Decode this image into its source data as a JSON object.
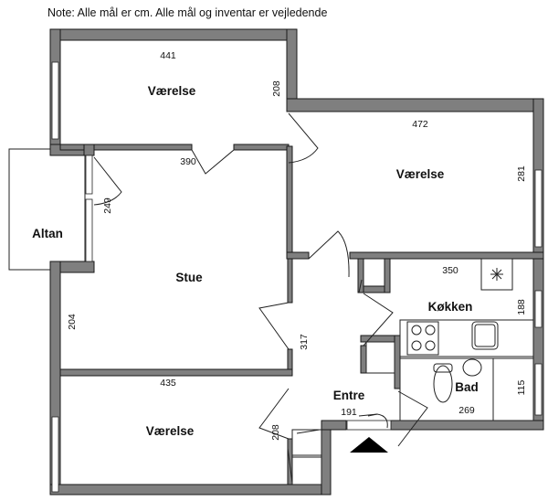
{
  "note": "Note: Alle mål er cm. Alle mål og inventar er vejledende",
  "rooms": {
    "vaerelse_top_left": {
      "label": "Værelse",
      "width": "441",
      "height": "208"
    },
    "vaerelse_top_right": {
      "label": "Værelse",
      "width": "472",
      "height": "281"
    },
    "stue": {
      "label": "Stue",
      "width": "390",
      "height": "204"
    },
    "altan": {
      "label": "Altan",
      "height": "249"
    },
    "koekken": {
      "label": "Køkken",
      "width": "350",
      "height": "188"
    },
    "entre": {
      "label": "Entre",
      "width": "191",
      "height": "317"
    },
    "bad": {
      "label": "Bad",
      "width": "269",
      "height": "115"
    },
    "vaerelse_bottom": {
      "label": "Værelse",
      "width": "435",
      "height": "208"
    }
  },
  "colors": {
    "wall": "#7f7f7f",
    "line": "#1a1a1a"
  }
}
